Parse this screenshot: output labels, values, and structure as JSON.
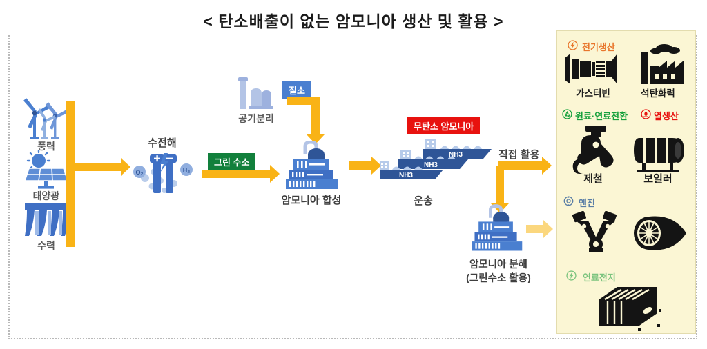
{
  "title": "< 탄소배출이 없는 암모니아 생산 및 활용 >",
  "flow": {
    "energy_sources": [
      {
        "label": "풍력",
        "icon": "wind-turbine-icon"
      },
      {
        "label": "태양광",
        "icon": "solar-panel-icon"
      },
      {
        "label": "수력",
        "icon": "hydro-dam-icon"
      }
    ],
    "electrolysis": {
      "label": "수전해",
      "icon": "electrolysis-cell-icon",
      "anode_symbol": "+",
      "cathode_symbol": "−",
      "gas_left": "O₂",
      "gas_right": "H₂"
    },
    "green_hydrogen_badge": "그린 수소",
    "air_separation": {
      "label": "공기분리",
      "icon": "air-separation-plant-icon"
    },
    "nitrogen_badge": "질소",
    "ammonia_synthesis": {
      "label": "암모니아 합성",
      "icon": "chemical-plant-icon"
    },
    "carbon_free_badge": "무탄소 암모니아",
    "transport": {
      "label": "운송",
      "icon": "cargo-ship-icon",
      "ship_cargo_labels": [
        "NH3",
        "NH3",
        "NH3"
      ]
    },
    "direct_use_label": "직접 활용",
    "ammonia_cracking": {
      "label_line1": "암모니아 분해",
      "label_line2": "(그린수소 활용)",
      "icon": "chemical-plant-icon"
    }
  },
  "panel": {
    "categories": [
      {
        "name": "전기생산",
        "icon": "power-bolt-icon",
        "color": "#e8762c",
        "items": [
          {
            "label": "가스터빈",
            "icon": "gas-turbine-icon"
          },
          {
            "label": "석탄화력",
            "icon": "coal-power-plant-icon"
          }
        ]
      },
      {
        "name": "원료·연료전환",
        "icon": "recycle-icon",
        "color": "#16a03c",
        "items": [
          {
            "label": "제철",
            "icon": "steel-furnace-icon"
          }
        ]
      },
      {
        "name": "열생산",
        "icon": "heat-flame-icon",
        "color": "#e8120f",
        "items": [
          {
            "label": "보일러",
            "icon": "boiler-icon"
          }
        ]
      },
      {
        "name": "엔진",
        "icon": "gear-icon",
        "color": "#5b7fa6",
        "items": [
          {
            "label": "",
            "icon": "piston-engine-icon"
          },
          {
            "label": "",
            "icon": "jet-engine-icon"
          }
        ]
      },
      {
        "name": "연료전지",
        "icon": "power-bolt-icon",
        "color": "#7cc47f",
        "items": [
          {
            "label": "",
            "icon": "fuel-cell-stack-icon"
          }
        ]
      }
    ]
  },
  "colors": {
    "arrow_yellow": "#f9b316",
    "arrow_pale_yellow": "#fbd77e",
    "panel_bg": "#fbf6d4",
    "blue_dark": "#2f5597",
    "blue_mid": "#4a7fd0",
    "blue_light": "#aec3e8",
    "green_badge": "#12803c",
    "red_badge": "#e8120f"
  }
}
